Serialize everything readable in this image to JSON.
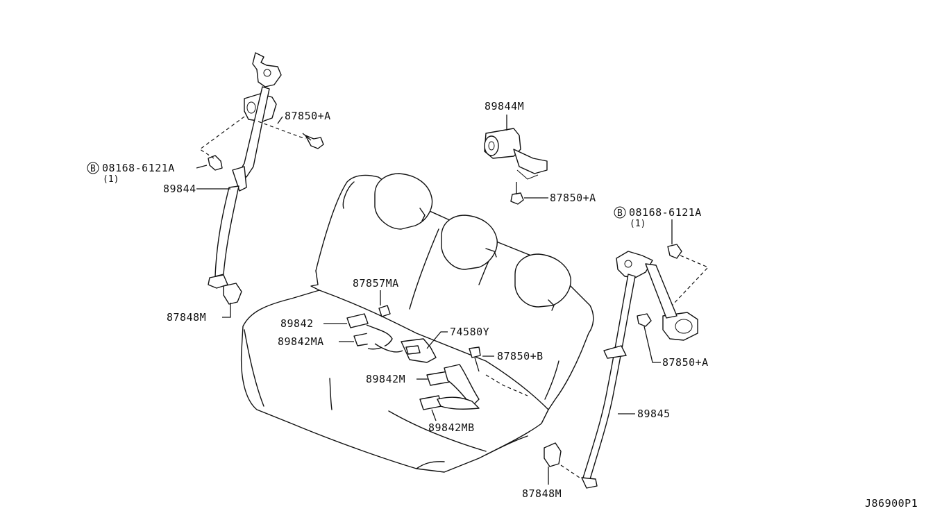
{
  "diagram_id": "J86900P1",
  "labels": {
    "bolt_upper_left": "87850+A",
    "bolt_circle_left": "B",
    "bolt_part_left": "08168-6121A",
    "bolt_qty_left": "(1)",
    "belt_left": "89844",
    "cover_left": "87848M",
    "retractor_center": "89844M",
    "bolt_center": "87850+A",
    "bolt_circle_right": "B",
    "bolt_part_right": "08168-6121A",
    "bolt_qty_right": "(1)",
    "bolt_right": "87850+A",
    "belt_right": "89845",
    "cover_right": "87848M",
    "nut_buckle": "87857MA",
    "buckle_1": "89842",
    "buckle_2": "89842MA",
    "bracket": "74580Y",
    "bolt_buckle": "87850+B",
    "buckle_3": "89842M",
    "buckle_4": "89842MB"
  }
}
